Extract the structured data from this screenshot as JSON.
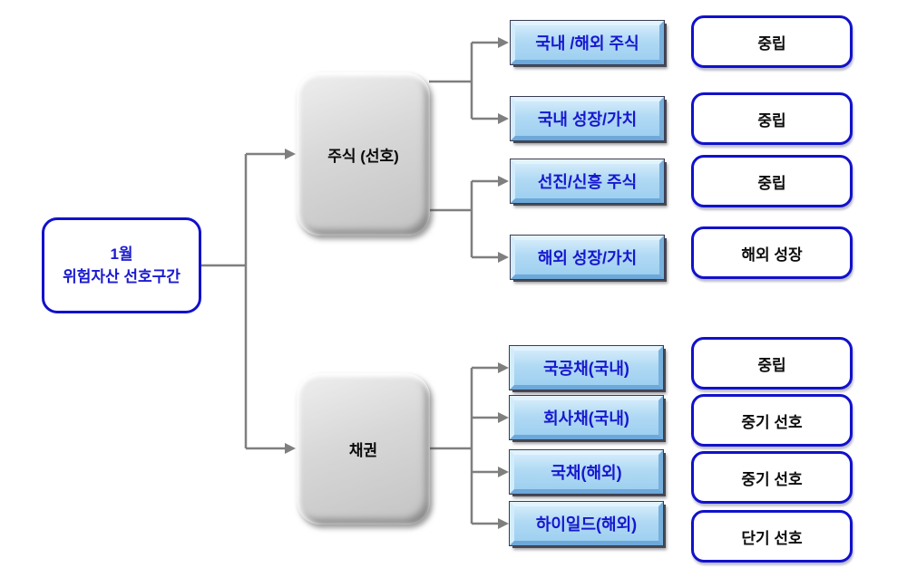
{
  "diagram": {
    "root": {
      "line1": "1월",
      "line2": "위험자산 선호구간"
    },
    "branches": [
      {
        "label": "주식 (선호)",
        "children": [
          {
            "asset": "국내 /해외 주식",
            "stance": "중립"
          },
          {
            "asset": "국내 성장/가치",
            "stance": "중립"
          },
          {
            "asset": "선진/신흥 주식",
            "stance": "중립"
          },
          {
            "asset": "해외 성장/가치",
            "stance": "해외 성장"
          }
        ]
      },
      {
        "label": "채권",
        "children": [
          {
            "asset": "국공채(국내)",
            "stance": "중립"
          },
          {
            "asset": "회사채(국내)",
            "stance": "중기 선호"
          },
          {
            "asset": "국채(해외)",
            "stance": "중기 선호"
          },
          {
            "asset": "하이일드(해외)",
            "stance": "단기 선호"
          }
        ]
      }
    ],
    "colors": {
      "accent_blue_border": "#1111CC",
      "blue_box_face": "#AEDBF5",
      "blue_box_text": "#1717CF",
      "gray_box_fill": "#D4D4D4",
      "connector_gray": "#7F7F7F",
      "background": "#FFFFFF"
    }
  }
}
